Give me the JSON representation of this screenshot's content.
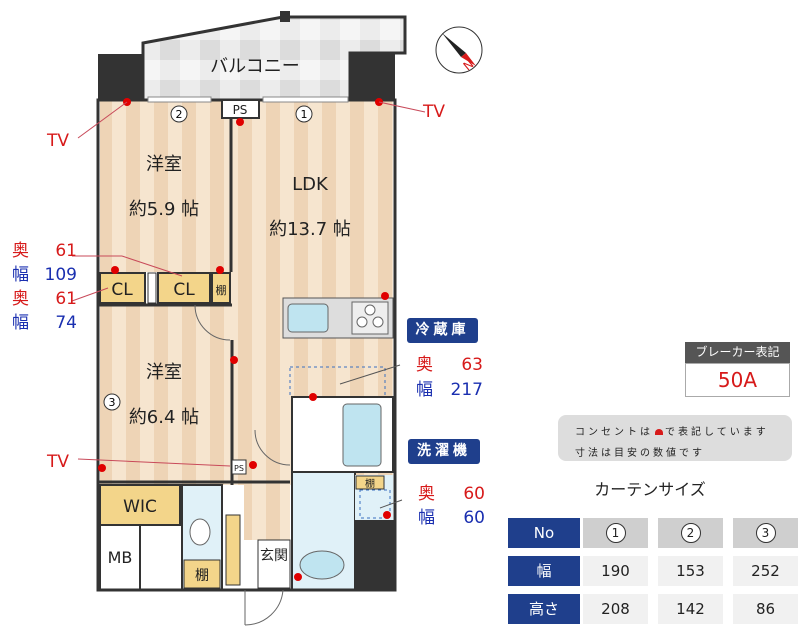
{
  "plan": {
    "balcony": "バルコニー",
    "ps": "PS",
    "rooms": {
      "western1": {
        "name": "洋室",
        "size": "約5.9 帖"
      },
      "ldk": {
        "name": "LDK",
        "size": "約13.7 帖"
      },
      "western2": {
        "name": "洋室",
        "size": "約6.4 帖"
      },
      "cl1": "CL",
      "cl2": "CL",
      "shelf1": "棚",
      "wic": "WIC",
      "mb": "MB",
      "shelf2": "棚",
      "shelf3": "棚",
      "entrance": "玄関"
    },
    "windows": [
      "1",
      "2",
      "3"
    ],
    "compass": "N"
  },
  "tv_labels": [
    "TV",
    "TV",
    "TV"
  ],
  "closet_dims": [
    {
      "label": "奥",
      "value": "61"
    },
    {
      "label": "幅",
      "value": "109"
    },
    {
      "label": "奥",
      "value": "61"
    },
    {
      "label": "幅",
      "value": "74"
    }
  ],
  "fridge": {
    "title": "冷蔵庫",
    "depth_label": "奥",
    "depth": "63",
    "width_label": "幅",
    "width": "217"
  },
  "washer": {
    "title": "洗濯機",
    "depth_label": "奥",
    "depth": "60",
    "width_label": "幅",
    "width": "60"
  },
  "breaker": {
    "title": "ブレーカー表記",
    "value": "50A"
  },
  "note": {
    "line1_a": "コンセントは",
    "line1_b": "で表記しています",
    "line2": "寸法は目安の数値です"
  },
  "curtain": {
    "title": "カーテンサイズ",
    "headers": [
      "No",
      "幅",
      "高さ"
    ],
    "columns": [
      {
        "no": "1",
        "width": "190",
        "height": "208"
      },
      {
        "no": "2",
        "width": "153",
        "height": "142"
      },
      {
        "no": "3",
        "width": "252",
        "height": "86"
      }
    ]
  },
  "colors": {
    "navy": "#1f3f8c",
    "red": "#d71a1a",
    "blue": "#1a2fb0",
    "wall": "#333333",
    "floor": "#f3dfc6"
  }
}
